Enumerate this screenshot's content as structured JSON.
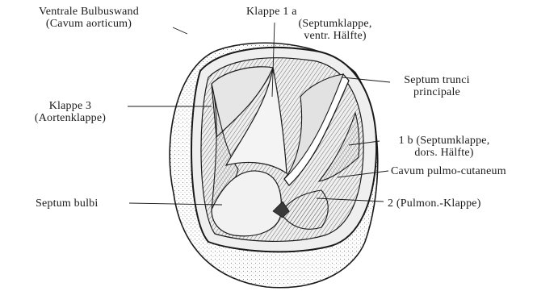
{
  "labels": {
    "ventrale_bulbuswand": {
      "line1": "Ventrale Bulbuswand",
      "line2": "(Cavum aorticum)"
    },
    "klappe_1a": {
      "line1": "Klappe 1 a",
      "line2": "(Septumklappe,",
      "line3": "ventr. Hälfte)"
    },
    "septum_trunci": {
      "line1": "Septum trunci",
      "line2": "principale"
    },
    "klappe_3": {
      "line1": "Klappe 3",
      "line2": "(Aortenklappe)"
    },
    "klappe_1b": {
      "line1": "1 b (Septumklappe,",
      "line2": "dors. Hälfte)"
    },
    "cavum_pulmo": {
      "line1": "Cavum pulmo-cutaneum"
    },
    "septum_bulbi": {
      "line1": "Septum bulbi"
    },
    "klappe_2": {
      "line1": "2 (Pulmon.-Klappe)"
    }
  },
  "colors": {
    "ink": "#1a1a1a",
    "paper": "#ffffff",
    "shade": "#d9d9d9",
    "dark": "#8a8a8a"
  }
}
